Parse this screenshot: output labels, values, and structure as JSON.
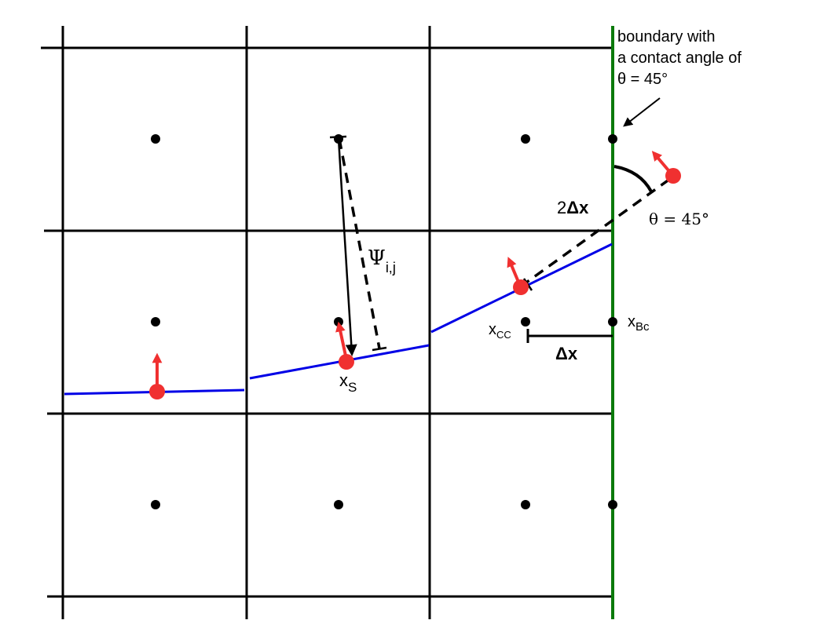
{
  "annotation": {
    "lines": [
      "boundary with",
      "a contact angle of",
      "θ = 45°"
    ]
  },
  "labels": {
    "angle": "θ = 45°",
    "two_dx_num": "2",
    "two_dx_sym": "Δx",
    "psi_main": "Ψ",
    "psi_sub": "i,j",
    "xs_main": "x",
    "xs_sub": "S",
    "xcc_main": "x",
    "xcc_sub": "CC",
    "xbc_main": "x",
    "xbc_sub": "Bc",
    "dx": "Δx"
  },
  "colors": {
    "grid": "#000000",
    "boundary": "#0b7a0b",
    "interface": "#0000e6",
    "particle": "#f03030",
    "arrow": "#f03030"
  }
}
